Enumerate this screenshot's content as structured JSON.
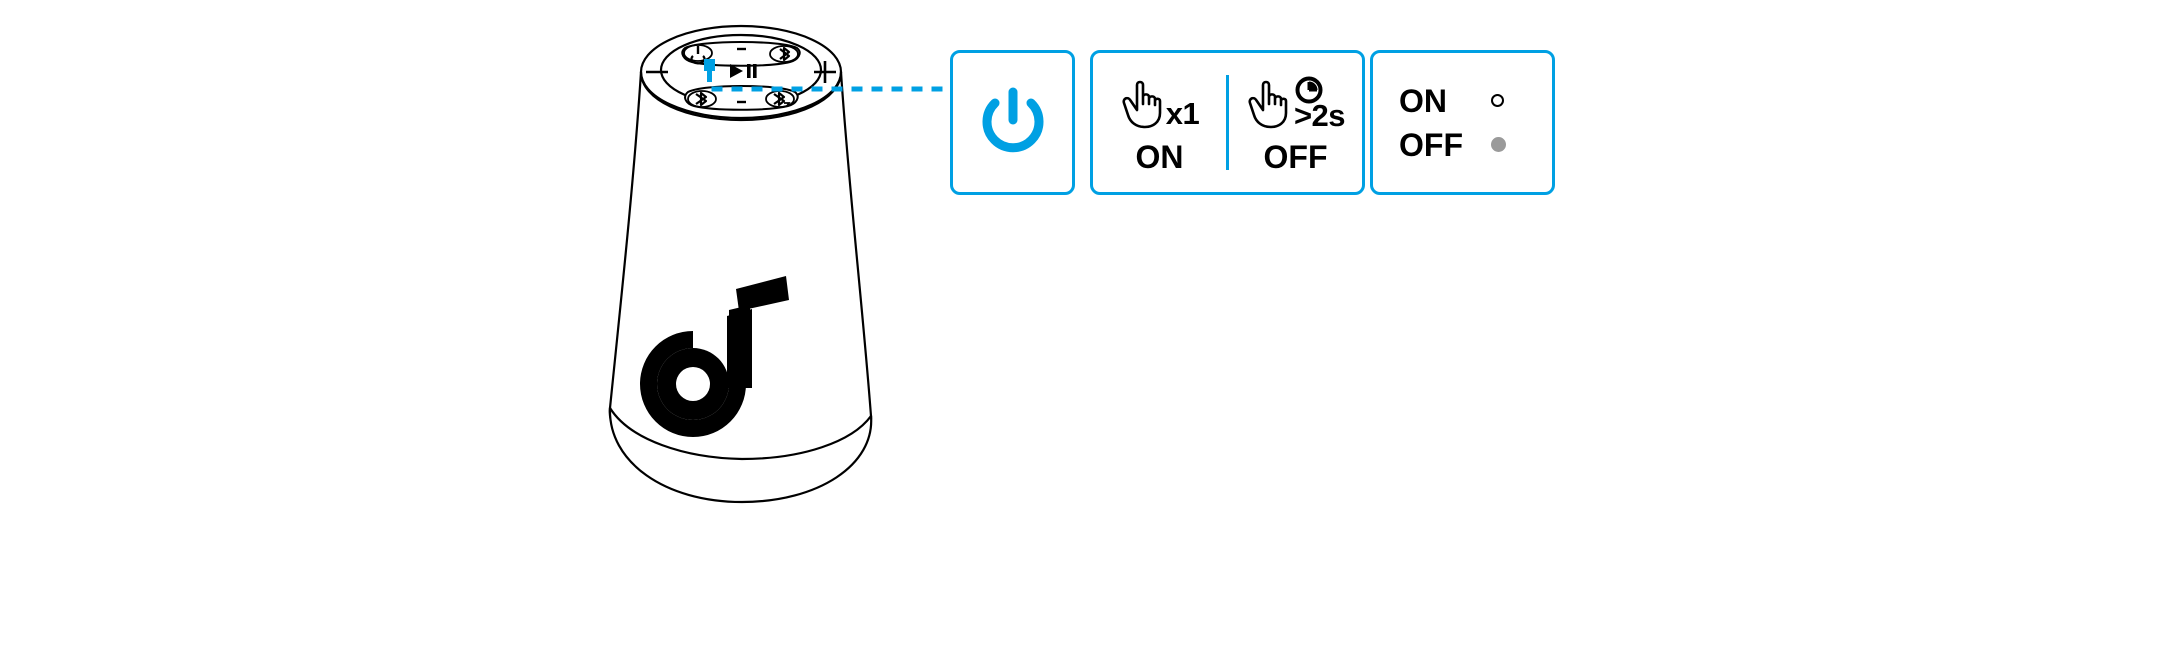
{
  "page": {
    "title": "Speaker power button instruction diagram",
    "background": "#ffffff",
    "accent_color": "#00A0E3",
    "text_color": "#000000",
    "muted_dot_color": "#9a9a9a"
  },
  "product": {
    "name": "soundcore speaker",
    "brand_logo": "soundcore-logo",
    "top_panel": {
      "controls": [
        {
          "id": "power",
          "icon": "power-icon",
          "position": "top-left"
        },
        {
          "id": "bluetooth",
          "icon": "bluetooth-icon",
          "position": "top-right"
        },
        {
          "id": "volume-down",
          "icon": "minus-icon",
          "label": "—",
          "position": "left"
        },
        {
          "id": "play-pause",
          "icon": "play-pause-icon",
          "label": "▶‖",
          "position": "center"
        },
        {
          "id": "volume-up",
          "icon": "plus-icon",
          "label": "+",
          "position": "right"
        },
        {
          "id": "party-cast",
          "icon": "partycast-icon",
          "position": "bottom-left"
        },
        {
          "id": "light-mode",
          "icon": "light-mode-icon",
          "position": "bottom-right"
        }
      ]
    }
  },
  "callouts": {
    "power_box": {
      "icon": "power-icon"
    },
    "actions_box": {
      "items": [
        {
          "icon": "hand-tap-icon",
          "suffix": "x1",
          "suffix_lines": [
            "x1"
          ],
          "label": "ON"
        },
        {
          "icon": "hand-press-hold-icon",
          "clock_icon": "clock-icon",
          "suffix": ">2s",
          "suffix_lines": [
            ">2s"
          ],
          "label": "OFF"
        }
      ]
    },
    "indicator_box": {
      "rows": [
        {
          "label": "ON",
          "indicator": "led-hollow",
          "state": "off-led"
        },
        {
          "label": "OFF",
          "indicator": "led-filled",
          "state": "gray-led"
        }
      ]
    }
  },
  "connector": {
    "style": "dashed",
    "color": "#00A0E3",
    "origin": "power-button-on-top-panel",
    "target": "power-callout-box"
  }
}
